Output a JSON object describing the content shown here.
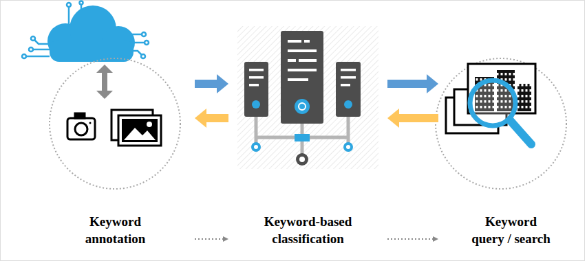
{
  "diagram": {
    "nodes": [
      {
        "text": [
          "Keyword annotation"
        ]
      },
      {
        "text": [
          "Keyword-based classification"
        ]
      },
      {
        "text": [
          "Keyword query / search"
        ]
      }
    ],
    "edges": [
      {
        "from": 0,
        "to": 1,
        "arrow": "to"
      },
      {
        "from": 1,
        "to": 0,
        "arrow": "to"
      },
      {
        "from": 1,
        "to": 2,
        "arrow": "to"
      },
      {
        "from": 2,
        "to": 1,
        "arrow": "to"
      },
      {
        "from": 0,
        "to": 1,
        "arrow": "to"
      },
      {
        "from": 1,
        "to": 2,
        "arrow": "to"
      }
    ]
  }
}
